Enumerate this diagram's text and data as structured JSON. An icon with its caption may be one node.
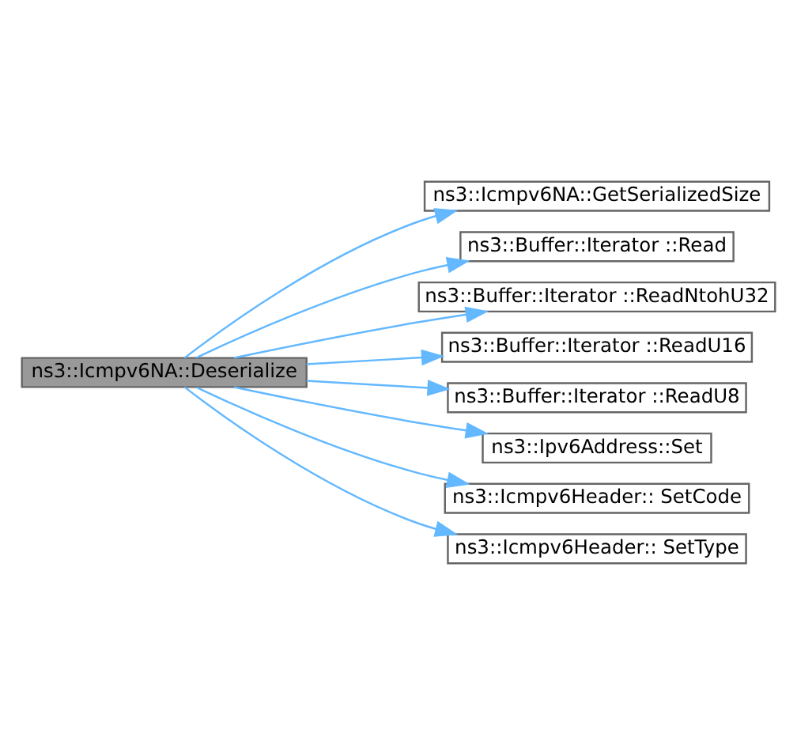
{
  "diagram": {
    "nodes": [
      {
        "text": [
          "ns3::Icmpv6NA::Deserialize"
        ]
      },
      {
        "text": [
          "ns3::Icmpv6NA::GetSerializedSize"
        ]
      },
      {
        "text": [
          "ns3::Buffer::Iterator ::Read"
        ]
      },
      {
        "text": [
          "ns3::Buffer::Iterator ::ReadNtohU32"
        ]
      },
      {
        "text": [
          "ns3::Buffer::Iterator ::ReadU16"
        ]
      },
      {
        "text": [
          "ns3::Buffer::Iterator ::ReadU8"
        ]
      },
      {
        "text": [
          "ns3::Ipv6Address::Set"
        ]
      },
      {
        "text": [
          "ns3::Icmpv6Header:: SetCode"
        ]
      },
      {
        "text": [
          "ns3::Icmpv6Header:: SetType"
        ]
      }
    ],
    "edges": [
      {
        "from": 0,
        "to": 1,
        "arrow": "to"
      },
      {
        "from": 0,
        "to": 2,
        "arrow": "to"
      },
      {
        "from": 0,
        "to": 3,
        "arrow": "to"
      },
      {
        "from": 0,
        "to": 4,
        "arrow": "to"
      },
      {
        "from": 0,
        "to": 5,
        "arrow": "to"
      },
      {
        "from": 0,
        "to": 6,
        "arrow": "to"
      },
      {
        "from": 0,
        "to": 7,
        "arrow": "to"
      },
      {
        "from": 0,
        "to": 8,
        "arrow": "to"
      }
    ]
  }
}
